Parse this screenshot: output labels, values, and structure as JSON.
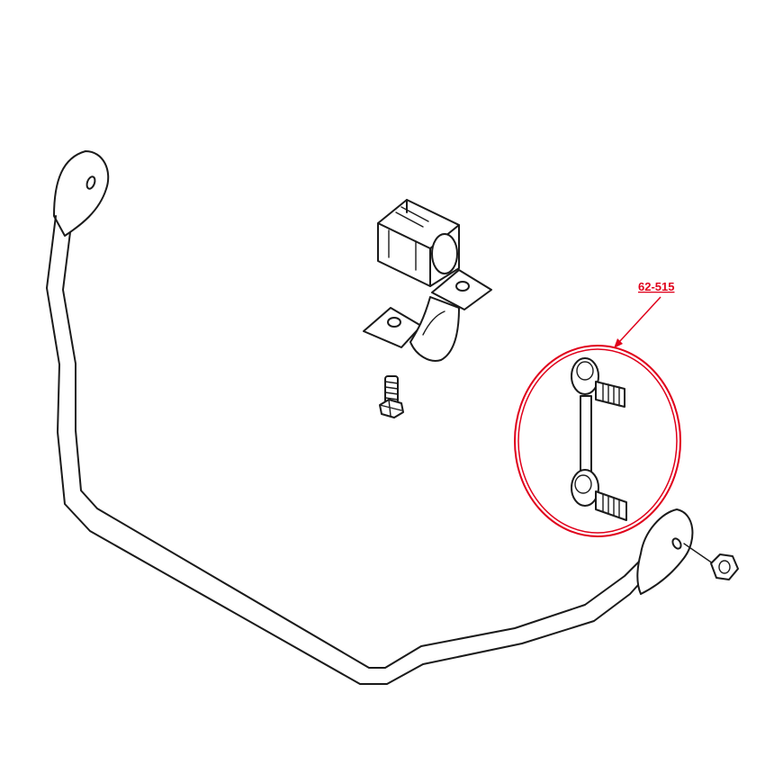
{
  "callout": {
    "label": "62-515",
    "color": "#e0001b"
  },
  "parts": [
    {
      "name": "stabilizer-bar"
    },
    {
      "name": "bushing-bracket"
    },
    {
      "name": "bolt"
    },
    {
      "name": "stabilizer-link"
    },
    {
      "name": "nut"
    }
  ]
}
